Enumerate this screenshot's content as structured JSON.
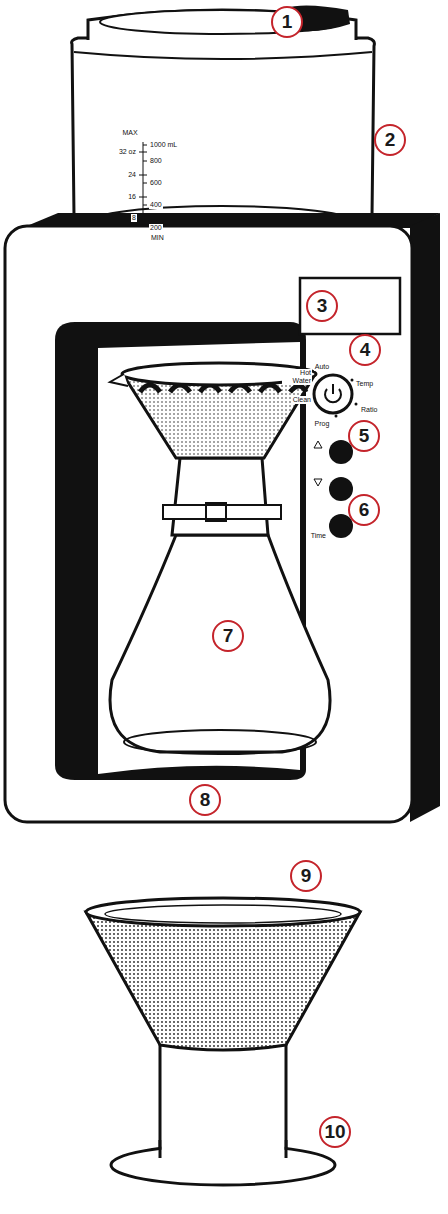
{
  "diagram": {
    "labels": [
      "1",
      "2",
      "MAX",
      "32 oz",
      "1000 mL",
      "800",
      "24",
      "600",
      "16",
      "400",
      "8",
      "200",
      "MIN",
      "3",
      "Hot Water",
      "Clean",
      "Auto",
      "Temp",
      "Ratio",
      "Prog",
      "Time",
      "4",
      "5",
      "6",
      "7",
      "8",
      "9",
      "10"
    ]
  }
}
